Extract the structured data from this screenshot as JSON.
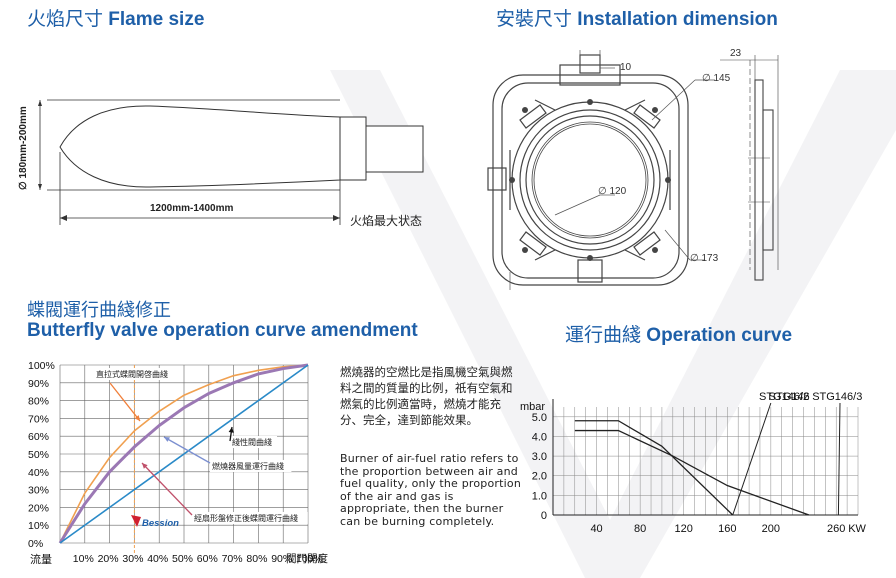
{
  "headings": {
    "flame_zh": "火焰尺寸",
    "flame_en": "Flame size",
    "install_zh": "安裝尺寸",
    "install_en": "Installation dimension",
    "valve_zh": "蝶閥運行曲綫修正",
    "valve_en": "Butterfly valve operation curve amendment",
    "op_zh": "運行曲綫",
    "op_en": "Operation curve"
  },
  "flame": {
    "diameter_label": "∅ 180mm-200mm",
    "length_label": "1200mm-1400mm",
    "max_state_label": "火焰最大状态"
  },
  "install": {
    "dim_10": "10",
    "dim_145": "∅ 145",
    "dim_120": "∅ 120",
    "dim_173": "∅ 173",
    "dim_23": "23"
  },
  "description": {
    "zh": "燃燒器的空燃比是指風機空氣與燃料之間的質量的比例，祇有空氣和燃氣的比例適當時，燃燒才能充分、完全，達到節能效果。",
    "en": "Burner of air-fuel ratio refers to the proportion between air and fuel quality, only the proportion of the air and gas is appropriate, then the burner can be burning completely."
  },
  "valve_chart": {
    "type": "line",
    "y_ticks": [
      "100%",
      "90%",
      "80%",
      "70%",
      "60%",
      "50%",
      "40%",
      "30%",
      "20%",
      "10%",
      "0%"
    ],
    "x_ticks": [
      "10%",
      "20%",
      "30%",
      "40%",
      "50%",
      "60%",
      "70%",
      "80%",
      "90%",
      "100%"
    ],
    "y_label": "流量",
    "x_label": "閥門開度",
    "brand": "Bession",
    "annotations": {
      "orange": "直拉式蝶閥開啓曲綫",
      "linear": "綫性閥曲綫",
      "purple": "燃燒器風量運行曲綫",
      "corrected": "經扇形盤修正後蝶閥運行曲綫"
    },
    "colors": {
      "orange": "#f0a050",
      "purple": "#9b78b4",
      "blue": "#2a8ac8",
      "arrow_orange": "#f07f3a",
      "arrow_purple": "#7b8fd0",
      "arrow_red": "#c0506a"
    },
    "xlim": [
      0,
      100
    ],
    "ylim": [
      0,
      100
    ],
    "series": [
      {
        "x": [
          0,
          10,
          20,
          30,
          40,
          50,
          60,
          70,
          80,
          90,
          100
        ],
        "y": [
          0,
          28,
          48,
          63,
          74,
          83,
          89,
          94,
          97,
          99,
          100
        ],
        "color": "orange"
      },
      {
        "x": [
          0,
          10,
          20,
          30,
          40,
          50,
          60,
          70,
          80,
          90,
          100
        ],
        "y": [
          0,
          22,
          40,
          54,
          66,
          76,
          84,
          90,
          95,
          98,
          100
        ],
        "color": "purple"
      },
      {
        "x": [
          0,
          100
        ],
        "y": [
          0,
          100
        ],
        "color": "blue"
      }
    ]
  },
  "operation_chart": {
    "type": "line",
    "y_unit": "mbar",
    "x_unit": "KW",
    "y_ticks": [
      "5.0",
      "4.0",
      "3.0",
      "2.0",
      "1.0",
      "0"
    ],
    "x_ticks": [
      "40",
      "80",
      "120",
      "160",
      "200",
      "260"
    ],
    "xlim": [
      0,
      280
    ],
    "ylim": [
      0,
      5.5
    ],
    "series": [
      {
        "name": "STG146",
        "x": [
          20,
          60,
          100,
          165
        ],
        "y": [
          4.8,
          4.8,
          3.5,
          0
        ]
      },
      {
        "name": "STG146/2",
        "x": [
          20,
          60,
          110,
          160,
          235
        ],
        "y": [
          4.3,
          4.3,
          3.0,
          1.5,
          0
        ]
      }
    ],
    "label_stg146": "STG146",
    "label_stg146_2_3": "STG146/2 STG146/3"
  }
}
